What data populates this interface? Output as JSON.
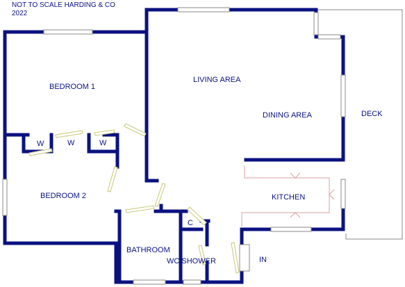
{
  "note": {
    "line1": "NOT TO SCALE HARDING & CO",
    "line2": "2022"
  },
  "rooms": {
    "bedroom1": "BEDROOM 1",
    "bedroom2": "BEDROOM 2",
    "living": "LIVING AREA",
    "dining": "DINING AREA",
    "kitchen": "KITCHEN",
    "deck": "DECK",
    "bathroom": "BATHROOM",
    "wc_shower": "WC/SHOWER",
    "cupboard": "C",
    "entrance": "IN",
    "wardrobe_1": "W",
    "wardrobe_2": "W",
    "wardrobe_3": "W"
  },
  "colors": {
    "wall": "#0b1280",
    "window_frame": "#8a8a8a",
    "door": "#c8c87a",
    "kitchen_line": "#d8a0a0",
    "background": "#ffffff"
  }
}
